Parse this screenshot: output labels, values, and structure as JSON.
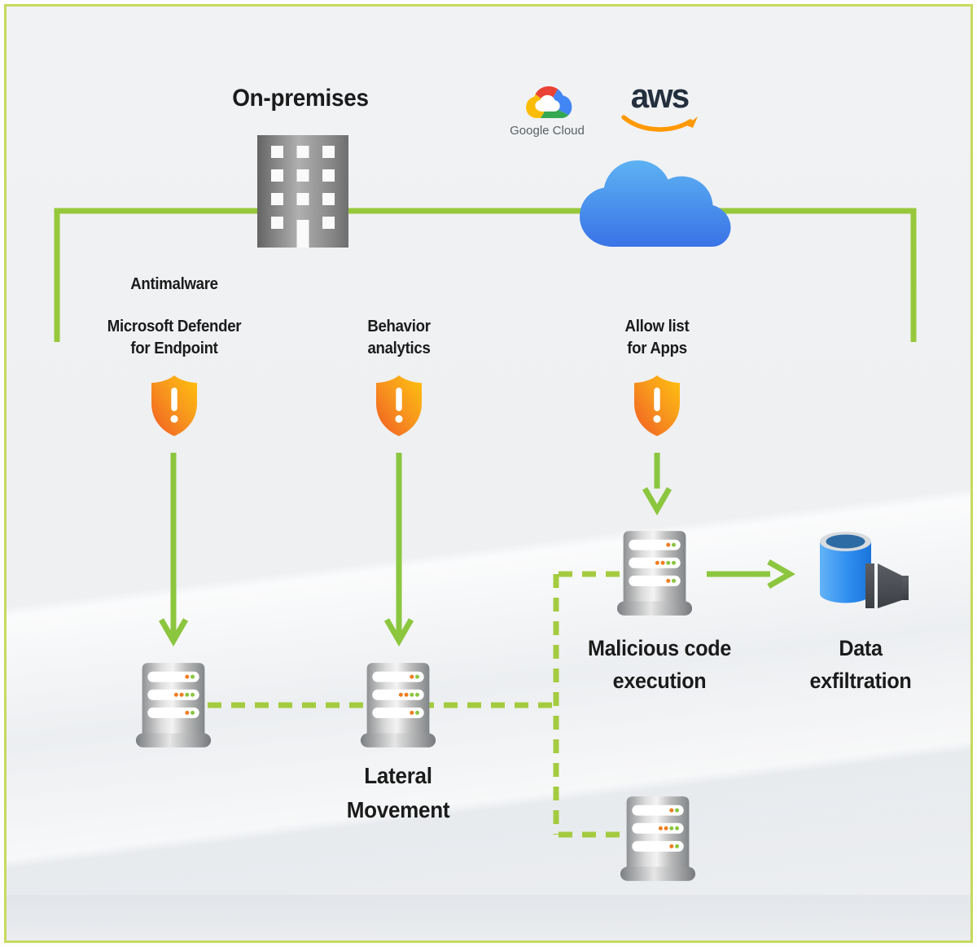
{
  "diagram": {
    "title_onprem": "On-premises",
    "google_cloud_label": "Google Cloud",
    "aws_label": "aws",
    "antimalware_label": "Antimalware",
    "protections": [
      {
        "line1": "Microsoft Defender",
        "line2": "for Endpoint"
      },
      {
        "line1": "Behavior",
        "line2": "analytics"
      },
      {
        "line1": "Allow list",
        "line2": "for Apps"
      }
    ],
    "nodes": {
      "lateral": {
        "line1": "Lateral",
        "line2": "Movement"
      },
      "malicious": {
        "line1": "Malicious code",
        "line2": "execution"
      },
      "exfiltration": {
        "line1": "Data",
        "line2": "exfiltration"
      }
    },
    "colors": {
      "connector_green": "#97c83c",
      "dashed_green": "#a4cb3f",
      "arrow_green": "#8cc63f",
      "border_green": "#c6da5f",
      "shield_orange_dark": "#f15a22",
      "shield_orange_light": "#ffc20e",
      "cloud_blue_top": "#5db2f3",
      "cloud_blue_bottom": "#3973e6",
      "aws_navy": "#242f3e",
      "aws_orange": "#ff9900",
      "server_dot_orange": "#f07c1e",
      "server_dot_green": "#8bc53f",
      "database_blue": "#2f8ef0"
    }
  }
}
